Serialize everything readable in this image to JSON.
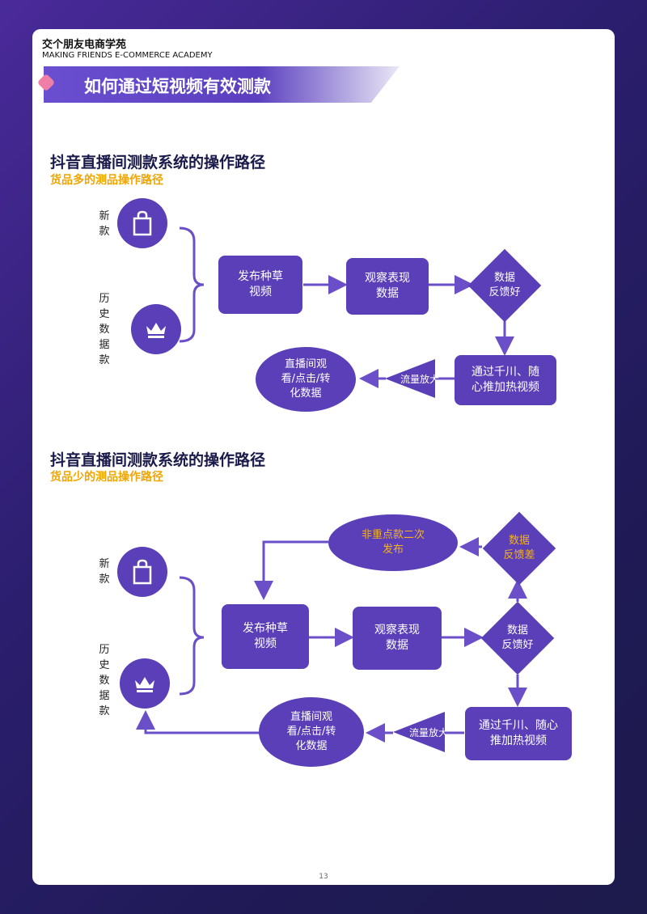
{
  "brand": {
    "cn": "交个朋友电商学苑",
    "en": "MAKING FRIENDS E-COMMERCE ACADEMY"
  },
  "page_title": "如何通过短视频有效测款",
  "section1": {
    "title": "抖音直播间测款系统的操作路径",
    "subtitle": "货品多的测品操作路径",
    "new_label": "新款",
    "history_label": "历史数据款",
    "publish": "发布种草\n视频",
    "observe": "观察表现\n数据",
    "good": "数据\n反馈好",
    "promote": "通过千川、随\n心推加热视频",
    "traffic": "流量放大",
    "live": "直播间观\n看/点击/转\n化数据"
  },
  "section2": {
    "title": "抖音直播间测款系统的操作路径",
    "subtitle": "货品少的测品操作路径",
    "new_label": "新款",
    "history_label": "历史数据款",
    "publish": "发布种草\n视频",
    "observe": "观察表现\n数据",
    "good": "数据\n反馈好",
    "bad": "数据\n反馈差",
    "republish": "非重点款二次\n发布",
    "promote": "通过千川、随心\n推加热视频",
    "traffic": "流量放大",
    "live": "直播间观\n看/点击/转\n化数据"
  },
  "page_number": "13",
  "colors": {
    "node": "#5a3fb8",
    "accent": "#f0a500",
    "arrow": "#6a4fc8"
  },
  "icons": {
    "new": "shopping-bag-icon",
    "history": "crown-icon"
  }
}
